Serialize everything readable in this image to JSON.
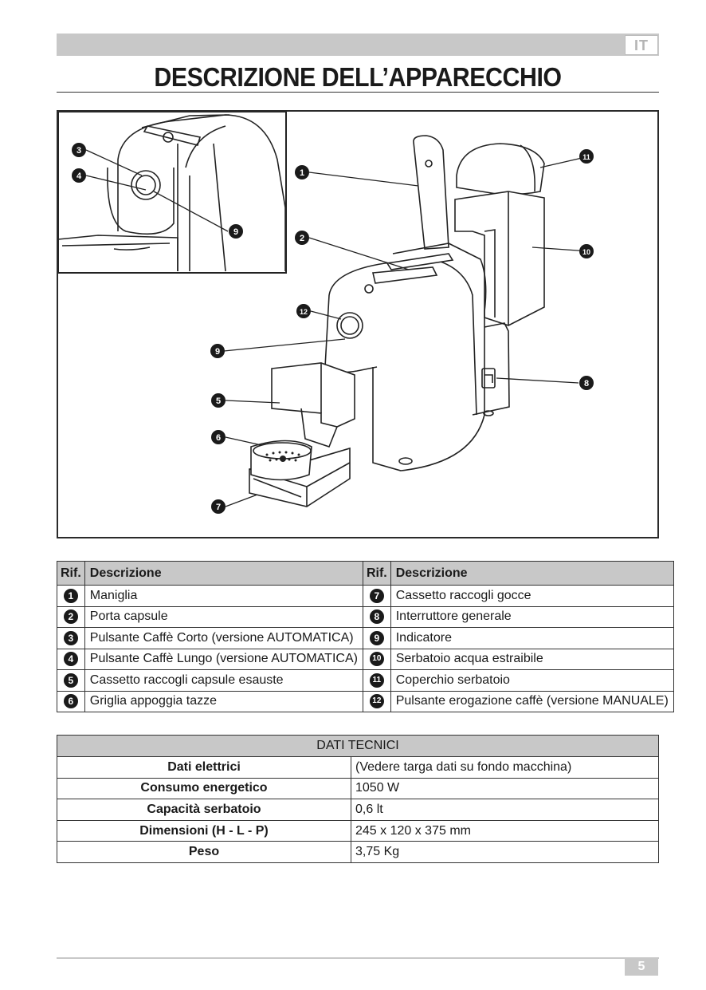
{
  "header": {
    "language_badge": "IT",
    "title": "DESCRIZIONE DELL’APPARECCHIO"
  },
  "figure": {
    "callouts": [
      "1",
      "2",
      "3",
      "4",
      "5",
      "6",
      "7",
      "8",
      "9",
      "10",
      "11",
      "12",
      "9"
    ]
  },
  "parts_table": {
    "headers": [
      "Rif.",
      "Descrizione",
      "Rif.",
      "Descrizione"
    ],
    "rows": [
      {
        "left_num": "1",
        "left_desc": "Maniglia",
        "right_num": "7",
        "right_desc": "Cassetto raccogli gocce"
      },
      {
        "left_num": "2",
        "left_desc": "Porta capsule",
        "right_num": "8",
        "right_desc": "Interruttore generale"
      },
      {
        "left_num": "3",
        "left_desc": "Pulsante Caffè Corto (versione AUTOMATICA)",
        "right_num": "9",
        "right_desc": "Indicatore"
      },
      {
        "left_num": "4",
        "left_desc": "Pulsante Caffè Lungo (versione AUTOMATICA)",
        "right_num": "10",
        "right_desc": "Serbatoio acqua estraibile"
      },
      {
        "left_num": "5",
        "left_desc": "Cassetto raccogli capsule esauste",
        "right_num": "11",
        "right_desc": "Coperchio serbatoio"
      },
      {
        "left_num": "6",
        "left_desc": "Griglia appoggia tazze",
        "right_num": "12",
        "right_desc": "Pulsante erogazione caffè (versione MANUALE)"
      }
    ]
  },
  "tech_table": {
    "title": "DATI TECNICI",
    "rows": [
      {
        "label": "Dati elettrici",
        "value": "(Vedere targa dati su fondo macchina)"
      },
      {
        "label": "Consumo energetico",
        "value": "1050 W"
      },
      {
        "label": "Capacità serbatoio",
        "value": "0,6 lt"
      },
      {
        "label": "Dimensioni (H - L - P)",
        "value": "245 x 120 x 375 mm"
      },
      {
        "label": "Peso",
        "value": "3,75 Kg"
      }
    ]
  },
  "footer": {
    "page_number": "5"
  }
}
